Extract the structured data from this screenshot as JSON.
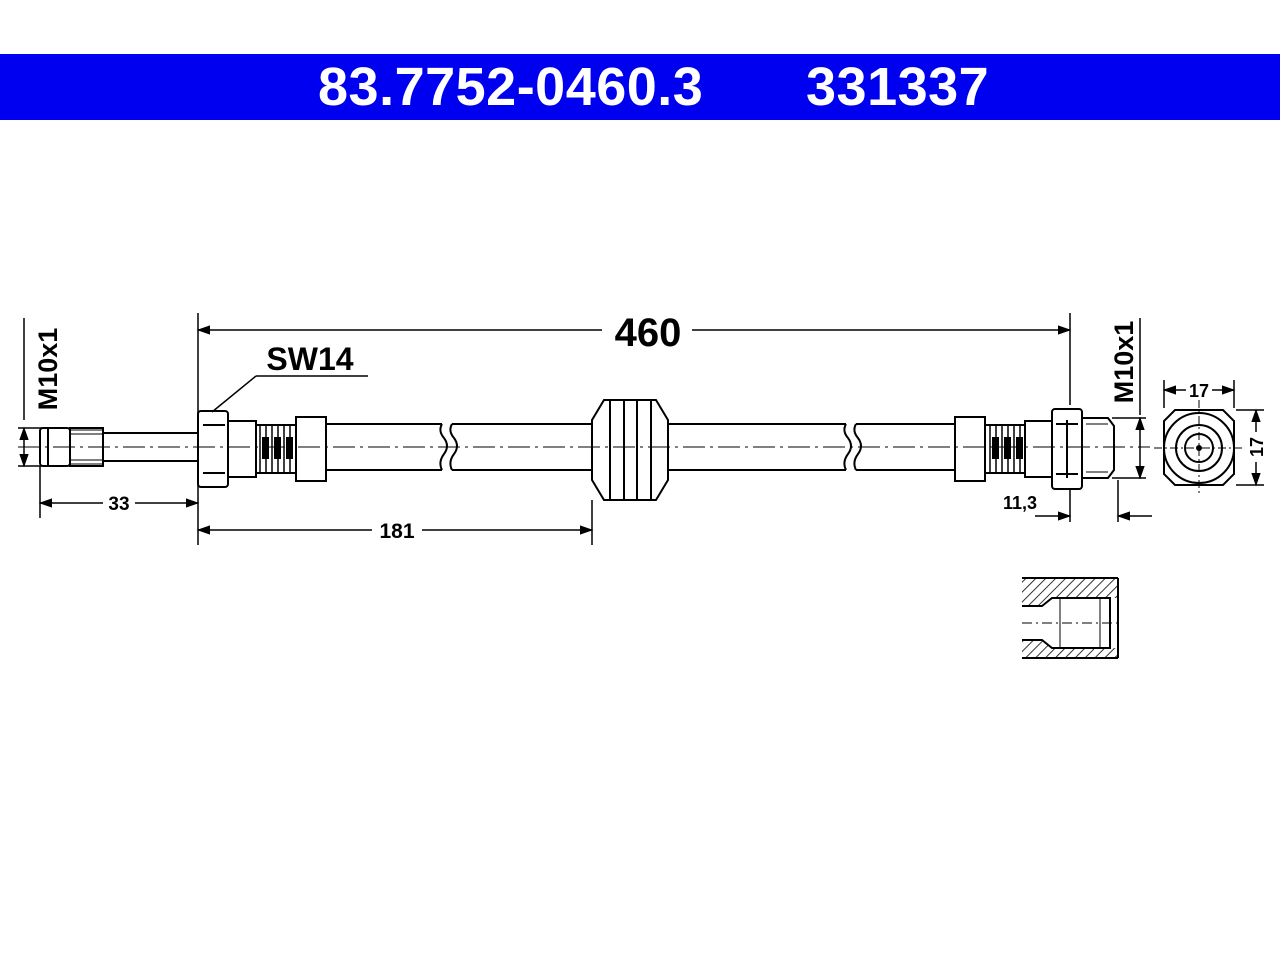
{
  "header": {
    "part_number": "83.7752-0460.3",
    "article_number": "331337",
    "background_color": "#0000f0",
    "text_color": "#ffffff"
  },
  "drawing": {
    "dimensions": {
      "overall_length": "460",
      "wrench_size": "SW14",
      "left_thread": "M10x1",
      "right_thread": "M10x1",
      "left_thread_length": "33",
      "grommet_position": "181",
      "right_offset": "11,3",
      "end_view_width": "17",
      "end_view_height": "17"
    }
  }
}
